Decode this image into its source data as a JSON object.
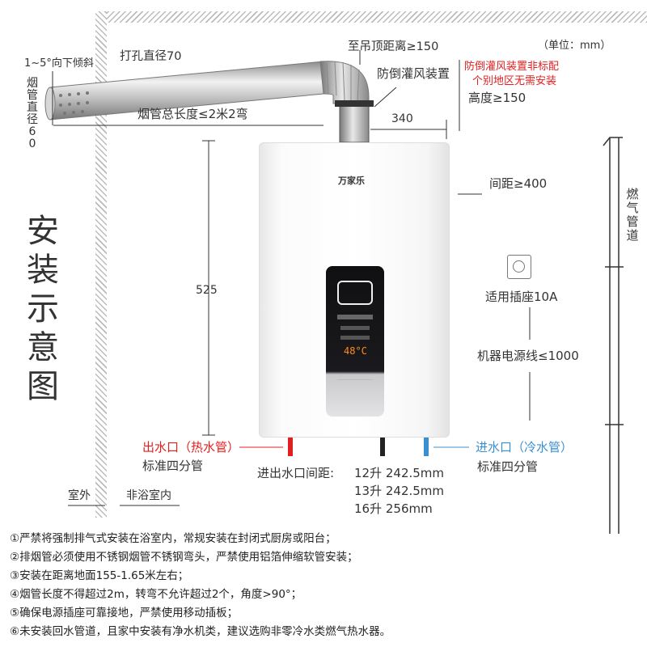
{
  "title": "安装示意图",
  "unit": "（单位：mm）",
  "labels": {
    "tilt": "1~5°向下倾斜",
    "hole_diameter": "打孔直径70",
    "flue_diameter": "烟管直径60",
    "ceiling_distance": "至吊顶距离≥150",
    "anti_backdraft": "防倒灌风装置",
    "anti_backdraft_note_1": "防倒灌风装置非标配",
    "anti_backdraft_note_2": "个别地区无需安装",
    "height": "高度≥150",
    "flue_length": "烟管总长度≤2米2弯",
    "dim_340": "340",
    "dim_525": "525",
    "spacing": "间距≥400",
    "gas_pipe": "燃气管道",
    "socket": "适用插座10A",
    "power_cord": "机器电源线≤1000",
    "outlet": "出水口（热水管）",
    "outlet_std": "标准四分管",
    "inlet": "进水口（冷水管）",
    "inlet_std": "标准四分管",
    "spacing_title": "进出水口间距:",
    "spacing_12": "12升 242.5mm",
    "spacing_13": "13升 242.5mm",
    "spacing_16": "16升 256mm",
    "outdoor": "室外",
    "indoor": "非浴室内",
    "brand": "万家乐"
  },
  "display": {
    "temp": "48°C"
  },
  "notes": [
    "①严禁将强制排气式安装在浴室内，常规安装在封闭式厨房或阳台；",
    "②排烟管必须使用不锈钢烟管不锈钢弯头，严禁使用铝箔伸缩软管安装；",
    "③安装在距离地面155-1.65米左右；",
    "④烟管长度不得超过2m，转弯不允许超过2个，角度>90°；",
    "⑤确保电源插座可靠接地，严禁使用移动插板；",
    "⑥未安装回水管道，且家中安装有净水机类，建议选购非零冷水类燃气热水器。"
  ],
  "colors": {
    "hot": "#e02020",
    "cold": "#3a8fd0",
    "text": "#333333"
  }
}
